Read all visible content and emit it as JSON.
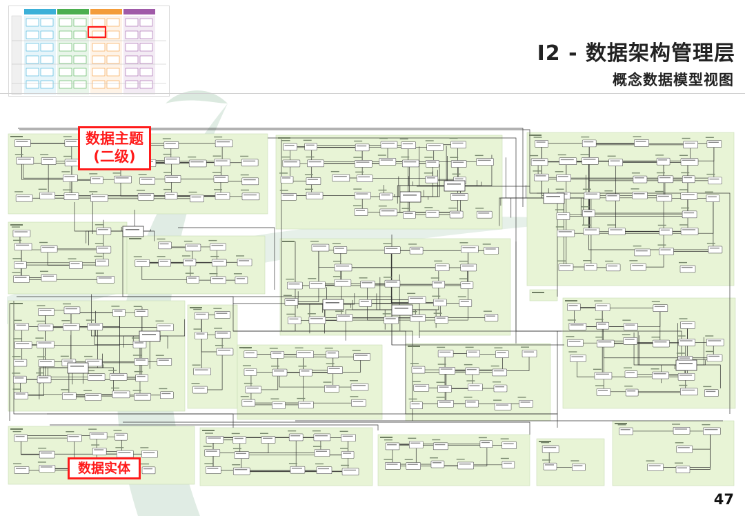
{
  "header": {
    "title": "I2 - 数据架构管理层",
    "subtitle": "概念数据模型视图"
  },
  "callouts": {
    "subject": {
      "line1": "数据主题",
      "line2": "(二级)"
    },
    "entity": "数据实体"
  },
  "thumbnail": {
    "columns": [
      "",
      "",
      "",
      ""
    ],
    "column_colors": [
      "#3bb0d8",
      "#4caf50",
      "#f39c3a",
      "#a05aa8"
    ],
    "highlight_color": "#ff1a1a"
  },
  "footer": {
    "page_number": "47"
  },
  "colors": {
    "group_fill": "#e8f4d6",
    "entity_fill": "#ffffff",
    "connector": "#333333",
    "swoosh": "#d6e6dc",
    "callout_border": "#ff1a1a"
  }
}
